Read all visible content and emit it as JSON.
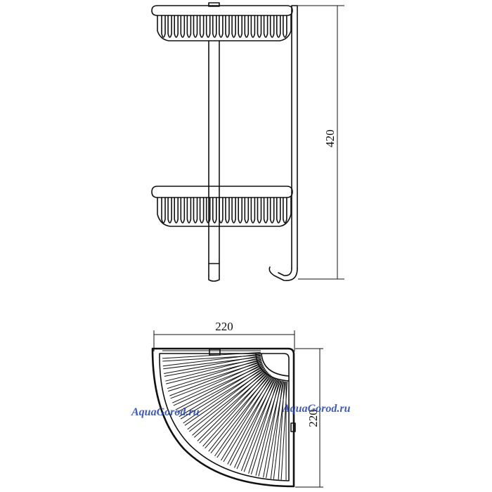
{
  "dimensions": {
    "height_label": "420",
    "width_label": "220",
    "depth_label": "220"
  },
  "watermarks": {
    "left": "AquaGorod.ru",
    "right": "AquaGorod.ru"
  },
  "colors": {
    "line": "#111111",
    "watermark": "#1f3fa8",
    "background": "#ffffff"
  }
}
